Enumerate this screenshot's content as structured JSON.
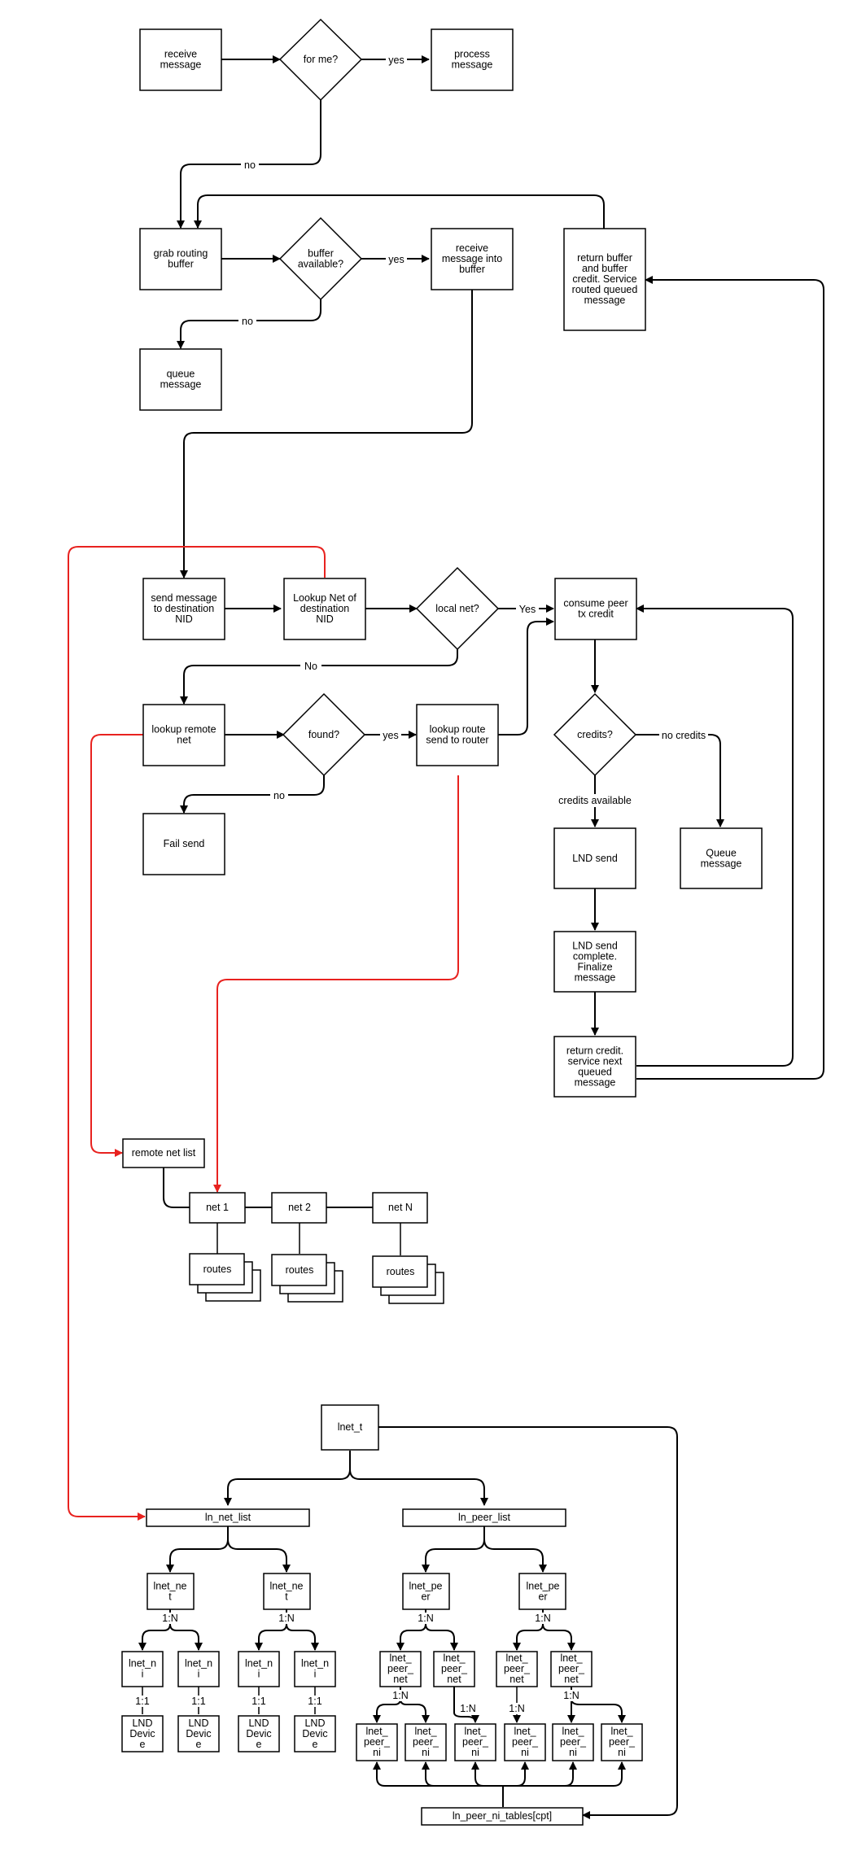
{
  "nodes": {
    "receive_message": [
      "receive",
      "message"
    ],
    "for_me": [
      "for me?"
    ],
    "process_message": [
      "process",
      "message"
    ],
    "grab_routing_buffer": [
      "grab routing",
      "buffer"
    ],
    "buffer_available": [
      "buffer",
      "available?"
    ],
    "receive_into_buffer": [
      "receive",
      "message into",
      "buffer"
    ],
    "return_buffer": [
      "return buffer",
      "and buffer",
      "credit. Service",
      "routed queued",
      "message"
    ],
    "queue_message_top": [
      "queue",
      "message"
    ],
    "send_message": [
      "send message",
      "to destination",
      "NID"
    ],
    "lookup_net": [
      "Lookup Net of",
      "destination",
      "NID"
    ],
    "local_net": [
      "local net?"
    ],
    "consume_credit": [
      "consume peer",
      "tx credit"
    ],
    "lookup_remote_net": [
      "lookup remote",
      "net"
    ],
    "found": [
      "found?"
    ],
    "lookup_route": [
      "lookup route",
      "send to router"
    ],
    "credits": [
      "credits?"
    ],
    "fail_send": [
      "Fail send"
    ],
    "lnd_send": [
      "LND send"
    ],
    "queue_message_right": [
      "Queue",
      "message"
    ],
    "lnd_send_complete": [
      "LND send",
      "complete.",
      "Finalize",
      "message"
    ],
    "return_credit": [
      "return credit.",
      "service next",
      "queued",
      "message"
    ],
    "remote_net_list": [
      "remote net list"
    ],
    "net1": [
      "net 1"
    ],
    "net2": [
      "net 2"
    ],
    "netN": [
      "net N"
    ],
    "routes": [
      "routes"
    ],
    "lnet_t": [
      "lnet_t"
    ],
    "ln_net_list": [
      "ln_net_list"
    ],
    "ln_peer_list": [
      "ln_peer_list"
    ],
    "lnet_net": [
      "lnet_ne",
      "t"
    ],
    "lnet_peer": [
      "lnet_pe",
      "er"
    ],
    "lnet_ni": [
      "lnet_n",
      "i"
    ],
    "lnd_device": [
      "LND",
      "Devic",
      "e"
    ],
    "lnet_peer_net": [
      "lnet_",
      "peer_",
      "net"
    ],
    "lnet_peer_ni": [
      "lnet_",
      "peer_",
      "ni"
    ],
    "ln_peer_ni_tables": [
      "ln_peer_ni_tables[cpt]"
    ]
  },
  "edge_labels": {
    "yes": "yes",
    "no": "no",
    "Yes": "Yes",
    "No": "No",
    "no_credits": "no credits",
    "credits_available": "credits available",
    "one_to_n": "1:N",
    "one_to_one": "1:1"
  },
  "colors": {
    "line": "#000000",
    "highlight": "#e8221f",
    "fill": "#ffffff"
  }
}
